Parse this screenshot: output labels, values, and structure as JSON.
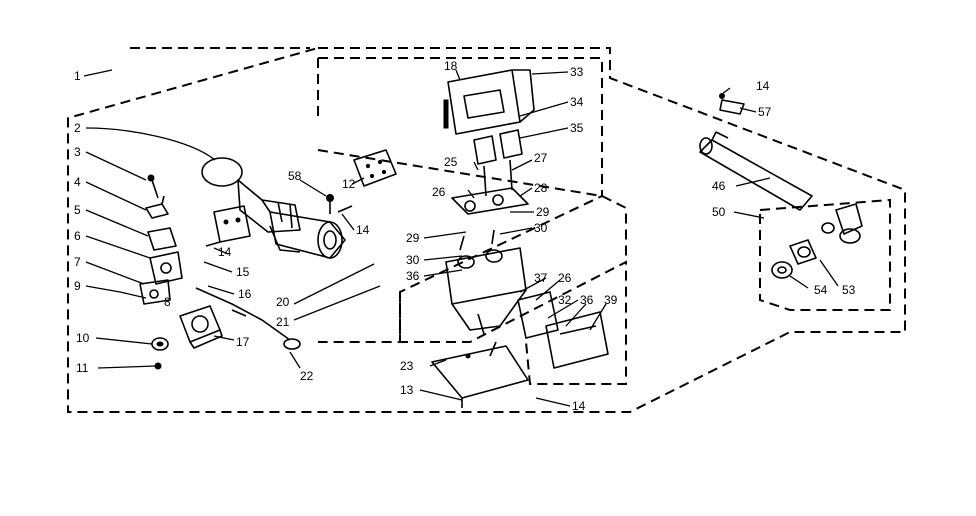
{
  "callouts": {
    "c1": "1",
    "c2": "2",
    "c3": "3",
    "c4": "4",
    "c5": "5",
    "c6": "6",
    "c7": "7",
    "c8": "8",
    "c9": "9",
    "c10": "10",
    "c11": "11",
    "c12": "12",
    "c13": "13",
    "c14a": "14",
    "c14b": "14",
    "c14c": "14",
    "c14d": "14",
    "c15": "15",
    "c16": "16",
    "c17": "17",
    "c18": "18",
    "c20": "20",
    "c21": "21",
    "c22": "22",
    "c23": "23",
    "c25": "25",
    "c26a": "26",
    "c26b": "26",
    "c27": "27",
    "c28": "28",
    "c29a": "29",
    "c29b": "29",
    "c30a": "30",
    "c30b": "30",
    "c32": "32",
    "c33": "33",
    "c34": "34",
    "c35": "35",
    "c36a": "36",
    "c36b": "36",
    "c37": "37",
    "c39": "39",
    "c46": "46",
    "c50": "50",
    "c53": "53",
    "c54": "54",
    "c57": "57",
    "c58": "58"
  }
}
